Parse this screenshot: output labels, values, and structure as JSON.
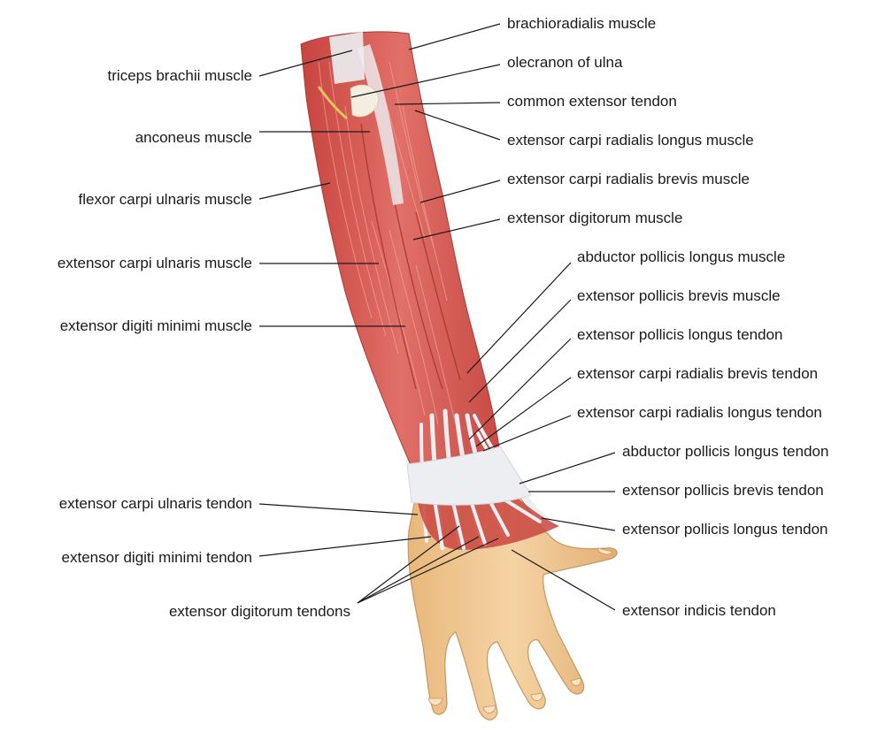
{
  "diagram": {
    "labels_left": [
      {
        "id": "triceps-brachii-muscle",
        "text": "triceps brachii muscle"
      },
      {
        "id": "anconeus-muscle",
        "text": "anconeus muscle"
      },
      {
        "id": "flexor-carpi-ulnaris-muscle",
        "text": "flexor carpi ulnaris muscle"
      },
      {
        "id": "extensor-carpi-ulnaris-muscle",
        "text": "extensor carpi ulnaris muscle"
      },
      {
        "id": "extensor-digiti-minimi-muscle",
        "text": "extensor digiti minimi muscle"
      },
      {
        "id": "extensor-carpi-ulnaris-tendon",
        "text": "extensor carpi ulnaris tendon"
      },
      {
        "id": "extensor-digiti-minimi-tendon",
        "text": "extensor digiti minimi tendon"
      },
      {
        "id": "extensor-digitorum-tendons",
        "text": "extensor digitorum tendons"
      }
    ],
    "labels_right": [
      {
        "id": "brachioradialis-muscle",
        "text": "brachioradialis muscle"
      },
      {
        "id": "olecranon-of-ulna",
        "text": "olecranon of ulna"
      },
      {
        "id": "common-extensor-tendon",
        "text": "common extensor tendon"
      },
      {
        "id": "extensor-carpi-radialis-longus-muscle",
        "text": "extensor carpi radialis longus muscle"
      },
      {
        "id": "extensor-carpi-radialis-brevis-muscle",
        "text": "extensor carpi radialis brevis muscle"
      },
      {
        "id": "extensor-digitorum-muscle",
        "text": "extensor digitorum muscle"
      },
      {
        "id": "abductor-pollicis-longus-muscle",
        "text": "abductor pollicis longus muscle"
      },
      {
        "id": "extensor-pollicis-brevis-muscle",
        "text": "extensor pollicis brevis muscle"
      },
      {
        "id": "extensor-pollicis-longus-tendon",
        "text": "extensor pollicis longus tendon"
      },
      {
        "id": "extensor-carpi-radialis-brevis-tendon",
        "text": "extensor carpi radialis brevis tendon"
      },
      {
        "id": "extensor-carpi-radialis-longus-tendon",
        "text": "extensor carpi radialis longus tendon"
      },
      {
        "id": "abductor-pollicis-longus-tendon",
        "text": "abductor pollicis longus tendon"
      },
      {
        "id": "extensor-pollicis-brevis-tendon",
        "text": "extensor pollicis brevis tendon"
      },
      {
        "id": "extensor-pollicis-longus-tendon-2",
        "text": "extensor pollicis longus tendon"
      },
      {
        "id": "extensor-indicis-tendon",
        "text": "extensor indicis tendon"
      }
    ]
  },
  "colors": {
    "muscle": "#d9544f",
    "muscle_light": "#e88a84",
    "muscle_dark": "#b83c3a",
    "tendon": "#eceef2",
    "skin": "#f1c995",
    "skin_shade": "#d9a96f",
    "bone": "#f3eee0",
    "line": "#1a1a1a",
    "text": "#1a1a1a"
  }
}
